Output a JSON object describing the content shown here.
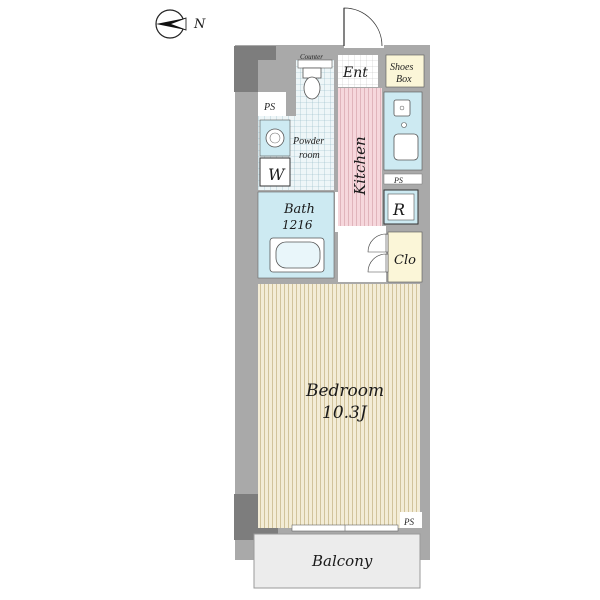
{
  "compass": {
    "north_label": "N",
    "icon": "north-arrow-icon"
  },
  "rooms": {
    "entrance": "Ent",
    "shoes_box_line1": "Shoes",
    "shoes_box_line2": "Box",
    "counter": "Counter",
    "ps_top": "PS",
    "powder_room_line1": "Powder",
    "powder_room_line2": "room",
    "washer": "W",
    "kitchen": "Kitchen",
    "ps_kitchen": "PS",
    "refrigerator": "R",
    "bath_line1": "Bath",
    "bath_line2": "1216",
    "closet": "Clo",
    "bedroom_line1": "Bedroom",
    "bedroom_line2": "10.3J",
    "ps_bottom": "PS",
    "balcony": "Balcony"
  },
  "colors": {
    "wall": "#a9a9a9",
    "wall_dark": "#7d7d7d",
    "wet_area": "#cdeaf2",
    "kitchen": "#f6d7dc",
    "bedroom": "#f3ecd6",
    "closet": "#fbf6d8",
    "entrance": "#ffffff",
    "balcony": "#ececec"
  }
}
